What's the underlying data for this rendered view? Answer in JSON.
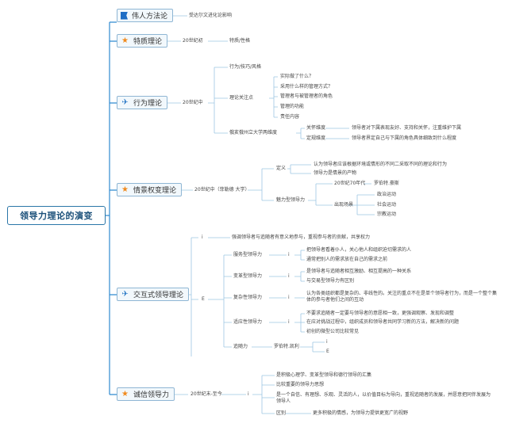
{
  "root": {
    "label": "领导力理论的演变"
  },
  "branches": [
    {
      "label": "伟人方法论",
      "icon": "flag-icon",
      "children": [
        "受达尔文进化论影响"
      ]
    },
    {
      "label": "特质理论",
      "icon": "star-icon",
      "era": "20世纪初",
      "children": [
        "特质/性格"
      ]
    },
    {
      "label": "行为理论",
      "icon": "paper-plane-icon",
      "era": "20世纪中",
      "children": {
        "behavior_style": "行为/技巧/风格",
        "theory_focus": {
          "label": "理论关注点",
          "items": [
            "实际做了什么？",
            "采用什么样的管理方式？",
            "管理者与被管理者的角色",
            "管理的功能",
            "责任内容"
          ]
        },
        "ohio": {
          "label": "俄亥俄州立大学两维度",
          "care": {
            "label": "关怀维度",
            "desc": "领导者对下属表现友好、支持和关怀，注重维护下属"
          },
          "structure": {
            "label": "定规维度",
            "desc": "领导者界定自己与下属的角色具体细致到什么程度"
          }
        }
      }
    },
    {
      "label": "情景权变理论",
      "icon": "star-icon",
      "era": "20世纪中（菲勒德 大学）",
      "children": {
        "definition": {
          "label": "定义",
          "items": [
            "认为领导者应该根据环境或情形的不同二采取不同的理论和行为",
            "领导力是情景的产物"
          ]
        },
        "charisma": {
          "label": "魅力型领导力",
          "era": "20世纪70年代",
          "person": "罗伯特.豪斯",
          "scene": {
            "label": "出现场景",
            "items": [
              "政治运动",
              "社会运动",
              "宗教运动"
            ]
          }
        }
      }
    },
    {
      "label": "交互式领导理论",
      "icon": "paper-plane-icon",
      "children": {
        "i_mark": "i",
        "e_mark": "E",
        "intro": "强调领导者与追随者有意义地参与，重视参与者的贡献，共享权力",
        "servant": {
          "label": "服务型领导力",
          "mark": "i",
          "items": [
            "把领导者看着仆人，关心他人和组织迫切需求的人",
            "通常把别人的需求放在自己的需求之前"
          ]
        },
        "transform": {
          "label": "变革型领导力",
          "mark": "i",
          "items": [
            "是领导者与追随者相互激励、相互提高的一种关系",
            "与交易型领导力有区别"
          ]
        },
        "complex": {
          "label": "复杂性领导力",
          "mark": "i",
          "items": [
            "认为各类组织都是复杂的、非线性的。关注的重点不在是单个领导者行为，而是一个整个集体的参与者他们之间的互动"
          ]
        },
        "adaptive": {
          "label": "适应性领导力",
          "mark": "i",
          "items": [
            "不要求追随者一定要与领导者的意愿相一致，更强调观察、发现和调整",
            "在应对挑战过程中，组织成员和领导者共同学习新的方法，解决新的问题",
            "初创的微型公司比较常见"
          ]
        },
        "follower": {
          "label": "追随力",
          "person": "罗伯特.凯利",
          "marks": [
            "i",
            "E"
          ]
        }
      }
    },
    {
      "label": "诚信领导力",
      "icon": "star-icon",
      "era": "20世纪末-至今",
      "children": {
        "mark": "i",
        "items": [
          "是积极心理学、变革型领导和德行领导的汇集",
          "比较重要的领导力思想",
          "是一个自信、有理想、乐观、灵活的人，以价值目标为导向，重视追随者的发展，并愿意把同伴发展为领导人"
        ],
        "difference": {
          "label": "区别",
          "text": "更多积极的情感，为领导力提供更宽广的视野"
        }
      }
    }
  ]
}
